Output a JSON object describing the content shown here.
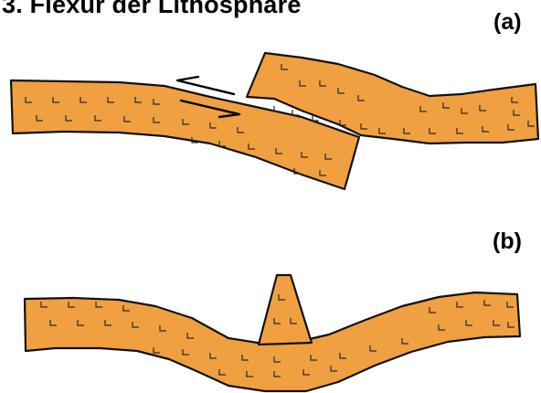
{
  "figure": {
    "title": "3. Flexur der Lithosphäre",
    "panel_a_label": "(a)",
    "panel_b_label": "(b)"
  },
  "colors": {
    "plate_fill": "#f0a040",
    "outline": "#111111"
  }
}
